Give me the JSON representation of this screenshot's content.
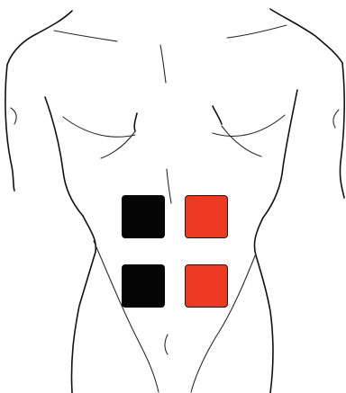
{
  "figure": {
    "subject": "torso-line-drawing",
    "pads": [
      {
        "id": "pad-upper-left",
        "color": "#050505",
        "role": "electrode"
      },
      {
        "id": "pad-upper-right",
        "color": "#ee3a22",
        "role": "electrode"
      },
      {
        "id": "pad-lower-left",
        "color": "#050505",
        "role": "electrode"
      },
      {
        "id": "pad-lower-right",
        "color": "#ee3a22",
        "role": "electrode"
      }
    ]
  }
}
